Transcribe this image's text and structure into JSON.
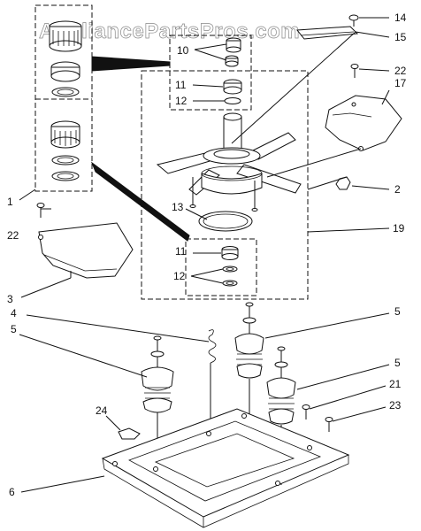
{
  "watermark": "AppliancePartsPros.com",
  "callouts": {
    "c1": "1",
    "c2": "2",
    "c3": "3",
    "c4": "4",
    "c5a": "5",
    "c5b": "5",
    "c5c": "5",
    "c6": "6",
    "c10": "10",
    "c11a": "11",
    "c11b": "11",
    "c12a": "12",
    "c12b": "12",
    "c13": "13",
    "c14": "14",
    "c15": "15",
    "c17": "17",
    "c19": "19",
    "c21": "21",
    "c22a": "22",
    "c22b": "22",
    "c23": "23",
    "c24": "24"
  },
  "colors": {
    "ink": "#111111",
    "watermark": "#888888",
    "background": "#ffffff"
  }
}
